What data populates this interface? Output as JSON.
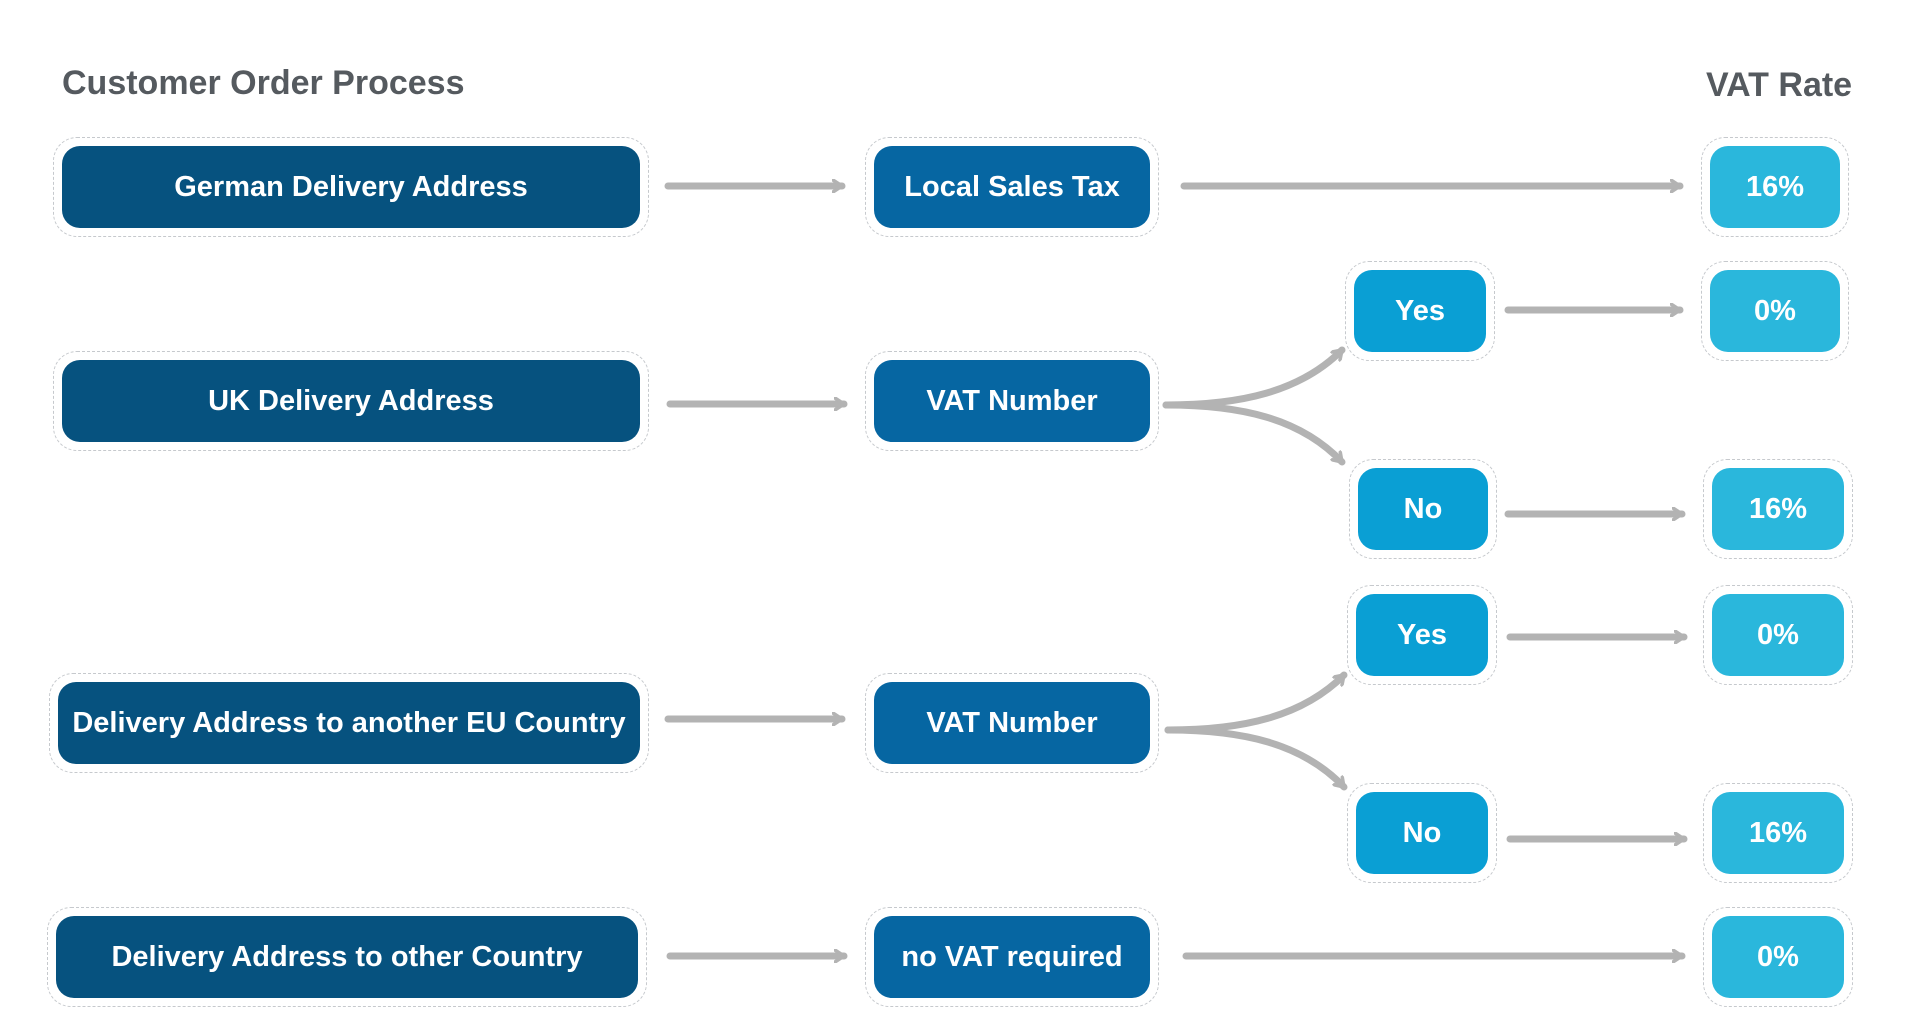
{
  "title": "Customer Order Process",
  "rate_header": "VAT Rate",
  "rows": {
    "german": {
      "address": "German Delivery Address",
      "check": "Local Sales Tax",
      "rate": "16%"
    },
    "uk": {
      "address": "UK Delivery Address",
      "check": "VAT Number",
      "yes": "Yes",
      "yes_rate": "0%",
      "no": "No",
      "no_rate": "16%"
    },
    "eu": {
      "address": "Delivery Address to another EU Country",
      "check": "VAT Number",
      "yes": "Yes",
      "yes_rate": "0%",
      "no": "No",
      "no_rate": "16%"
    },
    "other": {
      "address": "Delivery Address to other Country",
      "check": "no VAT required",
      "rate": "0%"
    }
  },
  "colors": {
    "address": "#06527f",
    "check": "#0666a2",
    "decision": "#0a9fd4",
    "rate": "#2ab7dc",
    "arrow": "#b3b3b3",
    "header_text": "#555a5f"
  }
}
